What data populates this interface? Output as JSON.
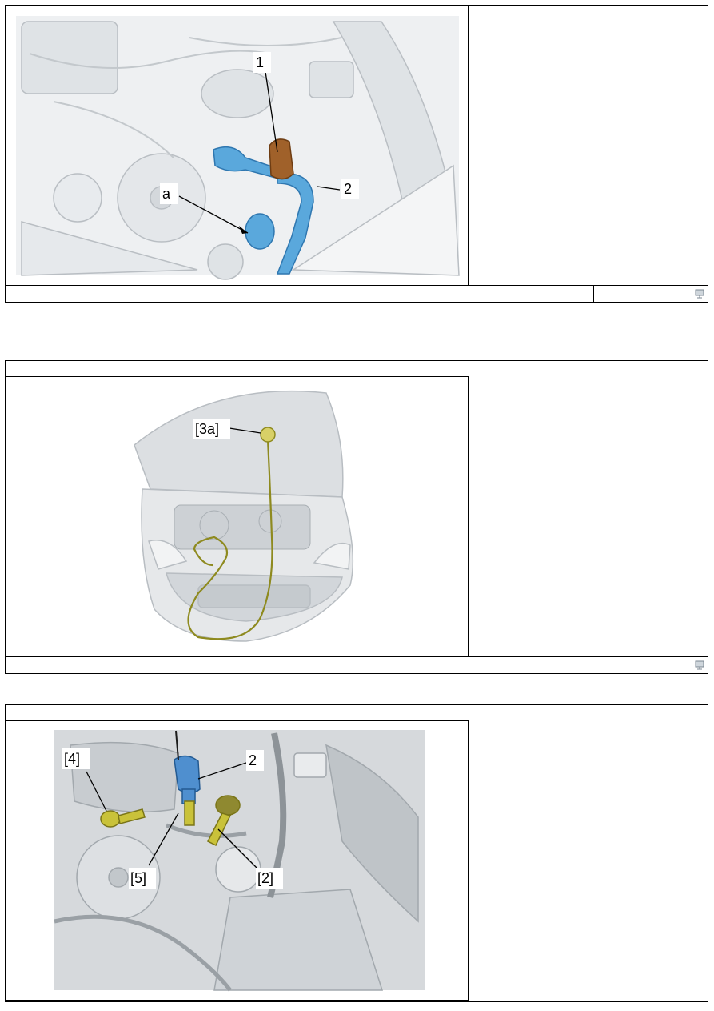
{
  "figure1": {
    "callouts": {
      "c1": "1",
      "c2": "2",
      "ca": "a"
    }
  },
  "figure2": {
    "callouts": {
      "c3a": "[3a]"
    }
  },
  "figure3": {
    "callouts": {
      "c4": "[4]",
      "c2": "2",
      "c5": "[5]",
      "c2b": "[2]"
    }
  },
  "icons": {
    "footer": "print-icon"
  },
  "colors": {
    "blue_part": "#5aa8dc",
    "brown_part": "#a0612a",
    "yellow_tool": "#c9c23a",
    "line": "#000000"
  }
}
